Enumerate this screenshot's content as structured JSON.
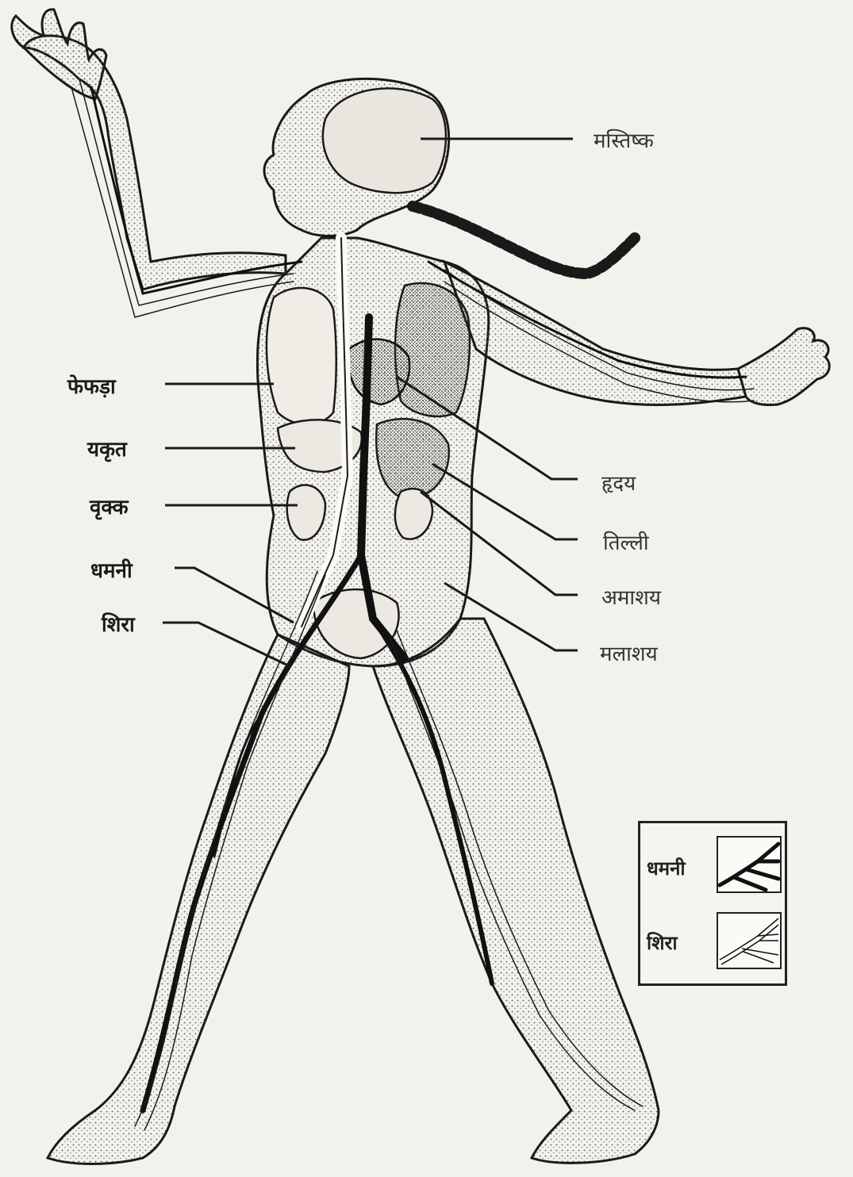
{
  "labels": {
    "brain": "मस्तिष्क",
    "lungs": "फेफड़ा",
    "liver": "यकृत",
    "kidney": "वृक्क",
    "artery": "धमनी",
    "vein": "शिरा",
    "heart": "हृदय",
    "spleen": "तिल्ली",
    "stomach": "अमाशय",
    "rectum": "मलाशय"
  },
  "legend": {
    "artery": "धमनी",
    "vein": "शिरा"
  }
}
